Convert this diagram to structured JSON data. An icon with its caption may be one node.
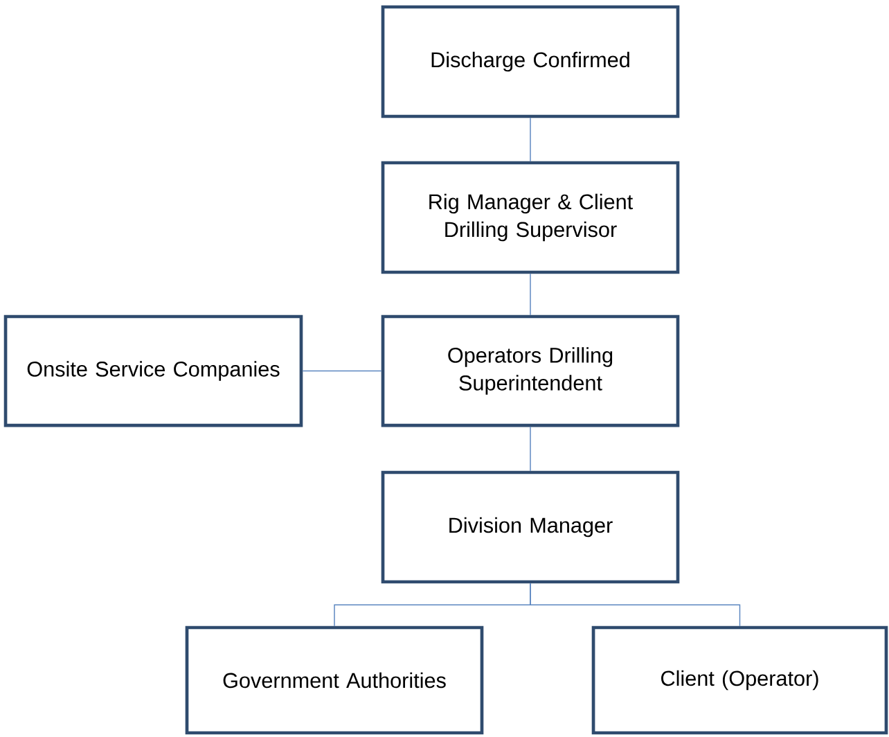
{
  "diagram": {
    "nodes": [
      {
        "text": [
          "Discharge Confirmed"
        ]
      },
      {
        "text": [
          "Rig Manager & Client Drilling Supervisor"
        ]
      },
      {
        "text": [
          "Onsite Service Companies"
        ]
      },
      {
        "text": [
          "Operators Drilling Superintendent"
        ]
      },
      {
        "text": [
          "Division Manager"
        ]
      },
      {
        "text": [
          "Government Authorities"
        ]
      },
      {
        "text": [
          "Client (Operator)"
        ]
      }
    ],
    "edges": [
      {
        "from": 0,
        "to": 1,
        "arrow": "none"
      },
      {
        "from": 1,
        "to": 3,
        "arrow": "none"
      },
      {
        "from": 2,
        "to": 3,
        "arrow": "none"
      },
      {
        "from": 3,
        "to": 4,
        "arrow": "none"
      },
      {
        "from": 4,
        "to": 5,
        "arrow": "none"
      },
      {
        "from": 4,
        "to": 6,
        "arrow": "none"
      }
    ]
  }
}
